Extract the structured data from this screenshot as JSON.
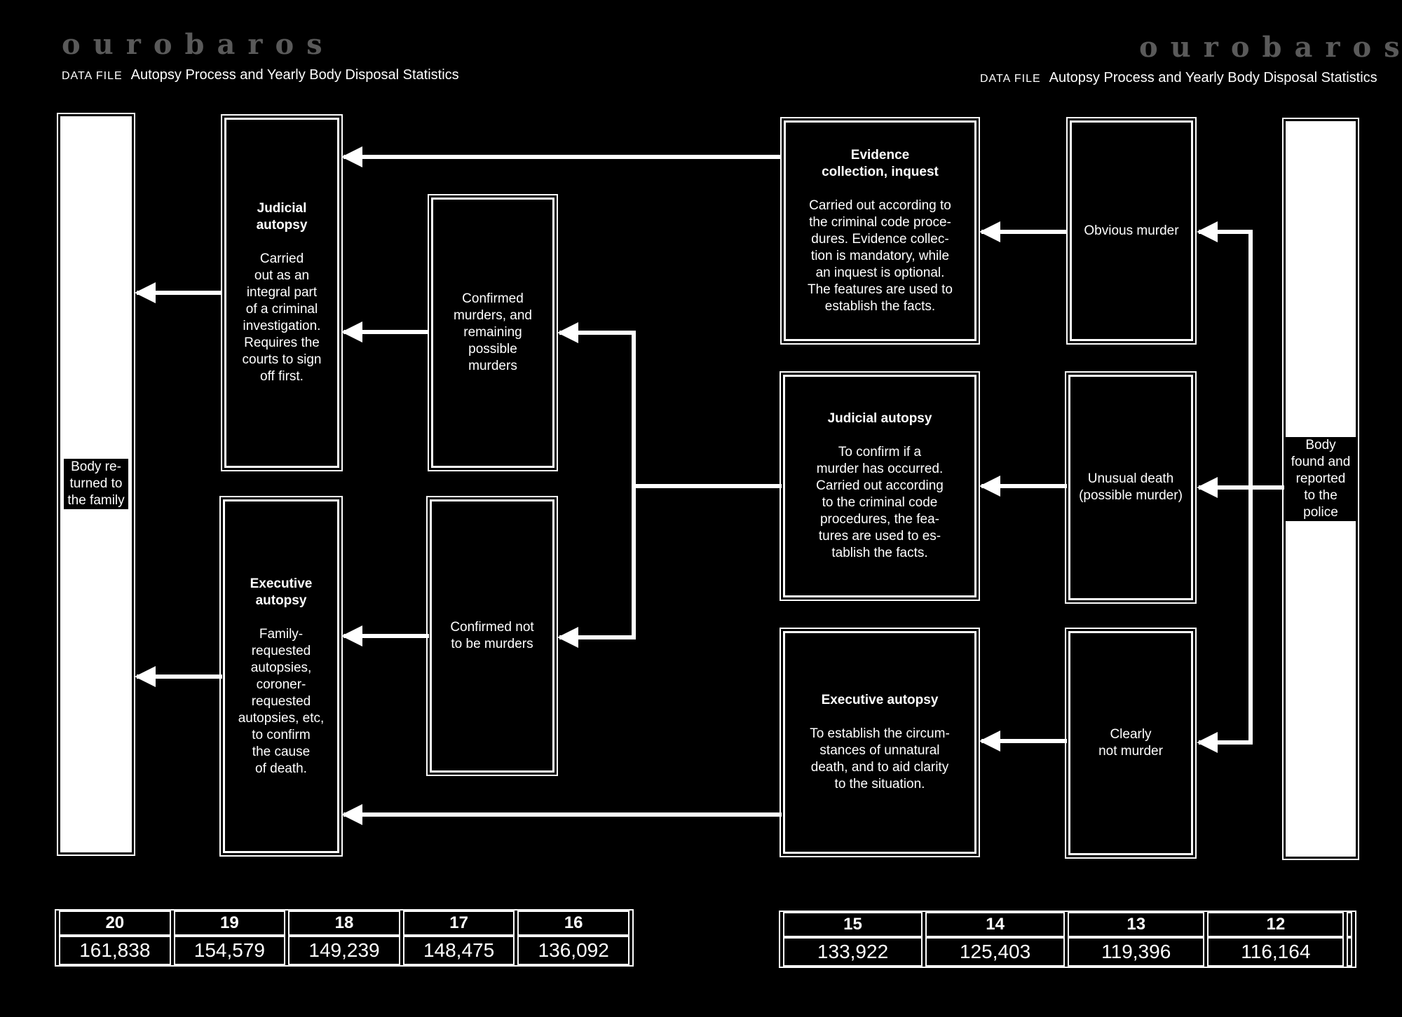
{
  "header_left": {
    "logo": "ourobaros",
    "tag": "DATA FILE",
    "title": "Autopsy Process and Yearly Body Disposal Statistics"
  },
  "header_right": {
    "logo": "ourobaros",
    "tag": "DATA FILE",
    "title": "Autopsy Process and Yearly Body Disposal Statistics"
  },
  "nodes": {
    "body_returned": "Body re-\nturned to\nthe family",
    "body_found": "Body\nfound and\nreported\nto the\npolice",
    "judicial_left": {
      "title": "Judicial\nautopsy",
      "text": "Carried\nout as an\nintegral part\nof a criminal\ninvestigation.\nRequires the\ncourts to sign\noff first."
    },
    "executive_left": {
      "title": "Executive\nautopsy",
      "text": "Family-\nrequested\nautopsies,\ncoroner-\nrequested\nautopsies, etc,\nto confirm\nthe cause\nof death."
    },
    "confirmed_murders": "Confirmed\nmurders, and\nremaining\npossible\nmurders",
    "confirmed_not": "Confirmed not\nto be murders",
    "evidence": {
      "title": "Evidence\ncollection, inquest",
      "text": "Carried out according to\nthe criminal code proce-\ndures. Evidence collec-\ntion is mandatory, while\nan inquest is optional.\nThe features are used to\nestablish the facts."
    },
    "judicial_right": {
      "title": "Judicial autopsy",
      "text": "To confirm if a\nmurder has occurred.\nCarried out according\nto the criminal code\nprocedures, the fea-\ntures are used to es-\ntablish the facts."
    },
    "executive_right": {
      "title": "Executive autopsy",
      "text": "To establish the circum-\nstances of unnatural\ndeath, and to aid clarity\nto the situation."
    },
    "obvious_murder": "Obvious murder",
    "unusual_death": "Unusual death\n(possible murder)",
    "clearly_not": "Clearly\nnot murder"
  },
  "stats_left": {
    "years": [
      "20",
      "19",
      "18",
      "17",
      "16"
    ],
    "values": [
      "161,838",
      "154,579",
      "149,239",
      "148,475",
      "136,092"
    ]
  },
  "stats_right": {
    "years": [
      "15",
      "14",
      "13",
      "12",
      ""
    ],
    "values": [
      "133,922",
      "125,403",
      "119,396",
      "116,164",
      ""
    ]
  }
}
